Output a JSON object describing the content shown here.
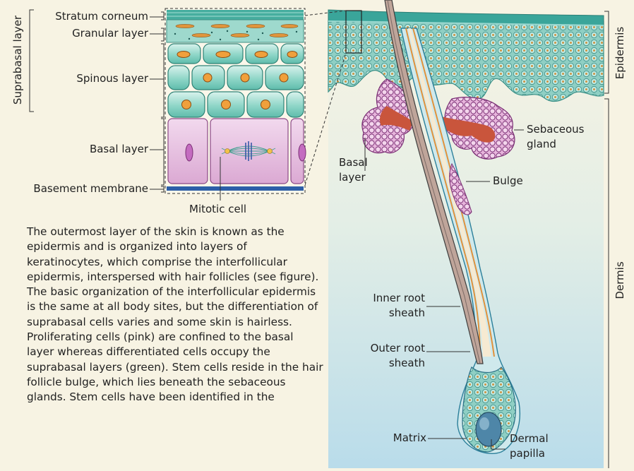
{
  "inset_labels": {
    "stratum_corneum": "Stratum corneum",
    "granular_layer": "Granular layer",
    "spinous_layer": "Spinous layer",
    "basal_layer": "Basal layer",
    "basement_membrane": "Basement membrane",
    "mitotic_cell": "Mitotic cell",
    "suprabasal_layer": "Suprabasal layer"
  },
  "follicle_labels": {
    "basal_layer_1": "Basal",
    "basal_layer_2": "layer",
    "sebaceous_gland_1": "Sebaceous",
    "sebaceous_gland_2": "gland",
    "bulge": "Bulge",
    "inner_root_sheath_1": "Inner root",
    "inner_root_sheath_2": "sheath",
    "outer_root_sheath_1": "Outer root",
    "outer_root_sheath_2": "sheath",
    "matrix": "Matrix",
    "dermal_papilla_1": "Dermal",
    "dermal_papilla_2": "papilla",
    "epidermis": "Epidermis",
    "dermis": "Dermis"
  },
  "body_text": "The outermost layer of the skin is known as the epidermis and is organized into layers of keratinocytes, which comprise the interfollicular epidermis, interspersed with hair follicles (see figure). The basic organization of the interfollicular epidermis is the same at all body sites, but the differentiation of suprabasal cells varies and some skin is hairless. Proliferating cells (pink) are confined to the basal layer whereas differentiated cells occupy the suprabasal layers (green). Stem cells reside in the hair follicle bulge, which lies beneath the sebaceous glands. Stem cells have been identified in the",
  "colors": {
    "background": "#f7f3e3",
    "suprabasal_cells": "#7ecfbf",
    "basal_cells": "#e6b8dc",
    "nucleus": "#f0a03c",
    "sebaceous_core": "#c9553c",
    "dermis_top": "#f7f3e3",
    "dermis_bottom": "#bfe0ec",
    "epidermis_surface": "#3aa59a"
  }
}
